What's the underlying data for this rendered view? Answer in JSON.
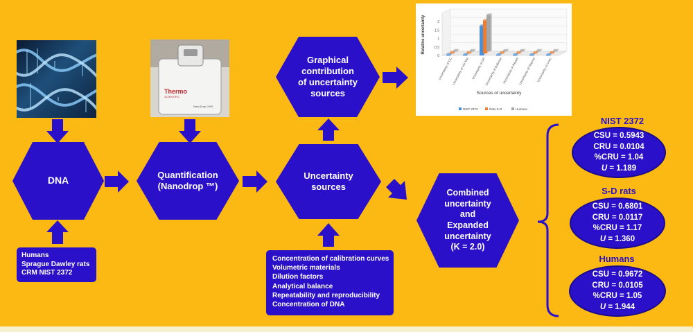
{
  "nodes": {
    "dna": "DNA",
    "quantification": "Quantification\n(Nanodrop ™)",
    "uncertainty": "Uncertainty\nsources",
    "graphical": "Graphical\ncontribution\nof uncertainty\nsources",
    "combined": "Combined\nuncertainty\nand\nExpanded\nuncertainty\n(K = 2.0)"
  },
  "samples": [
    "Humans",
    "Sprague Dawley rats",
    "CRM NIST 2372"
  ],
  "sources": [
    "Concentration of calibration curves",
    "Volumetric materials",
    "Dilution factors",
    "Analytical balance",
    "Repeatability and reproducibility",
    "Concentration of DNA"
  ],
  "instrument_logo": {
    "brand": "Thermo",
    "sub": "SCIENTIFIC",
    "model": "NanoDrop 2000"
  },
  "results": [
    {
      "title": "NIST 2372",
      "csu": "CSU = 0.5943",
      "cru": "CRU = 0.0104",
      "pcru": "%CRU = 1.04",
      "u_label": "U",
      "u_value": " = 1.189"
    },
    {
      "title": "S-D rats",
      "csu": "CSU = 0.6801",
      "cru": "CRU = 0.0117",
      "pcru": "%CRU = 1.17",
      "u_label": "U",
      "u_value": " = 1.360"
    },
    {
      "title": "Humans",
      "csu": "CSU = 0.9672",
      "cru": "CRU = 0.0105",
      "pcru": "%CRU = 1.05",
      "u_label": "U",
      "u_value": " = 1.944"
    }
  ],
  "colors": {
    "background": "#fdb913",
    "shape": "#2a10c8",
    "nist": "#4a90d9",
    "rats": "#ed7d31",
    "humans": "#a5a5a5"
  },
  "chart_data": {
    "type": "bar",
    "title": "",
    "xlabel": "Sources of uncertainty",
    "ylabel": "Relative uncertainty",
    "yticks": [
      "0",
      "0.5",
      "1",
      "1.5",
      "2"
    ],
    "ylim": [
      0,
      2.5
    ],
    "categories": [
      "Uncertainty of CC",
      "Uncertainty of Vol Mat",
      "Uncertainty of DF",
      "Uncertainty of Balance",
      "Uncertainty of Repeti",
      "Uncertainty of Reprod",
      "Uncertainty of Conc"
    ],
    "series": [
      {
        "name": "NIST 2372",
        "values": [
          0.05,
          0.05,
          1.75,
          0.05,
          0.05,
          0.05,
          0.05
        ]
      },
      {
        "name": "Rats S-D",
        "values": [
          0.05,
          0.05,
          1.95,
          0.05,
          0.05,
          0.05,
          0.05
        ]
      },
      {
        "name": "Humans",
        "values": [
          0.05,
          0.05,
          2.15,
          0.05,
          0.05,
          0.05,
          0.05
        ]
      }
    ],
    "legend": "bottom",
    "grid": true
  }
}
